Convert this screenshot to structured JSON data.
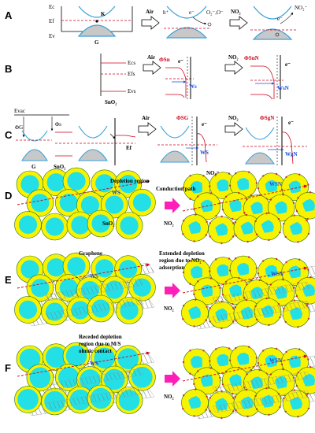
{
  "colors": {
    "grain_shell": "#f7f300",
    "grain_core": "#22e0e6",
    "grain_outline": "#2a6e1a",
    "graphene_hatch": "#777777",
    "fermi_dash": "#d0021b",
    "band_blue": "#3aa0d8",
    "arrow_fill": "#ff1fb8",
    "valence_fill": "#c8c8c8",
    "adsorbate_dot": "#c0392b"
  },
  "panel_A": {
    "letter": "A",
    "band_labels": [
      "Ec",
      "Ef",
      "Ev"
    ],
    "point_label": "K",
    "material_label": "G",
    "step1_label": "Air",
    "hole_label": "h⁺",
    "electron_label": "e⁻",
    "oxygen_label": "O₂⁻,O⁻",
    "step2_label": "NO₂",
    "electron_label2": "e⁻",
    "no2_ion_label": "NO₂⁻"
  },
  "panel_B": {
    "letter": "B",
    "band_labels": [
      "Ecs",
      "Efs",
      "Evs"
    ],
    "material_label": "SnO₂",
    "step1_label": "Air",
    "barrier1": "ΦSn",
    "electron1": "e⁻",
    "width1": "Ws",
    "step2_label": "NO₂",
    "barrier2": "ΦSnN",
    "electron2": "e⁻",
    "width2": "WsN"
  },
  "panel_C": {
    "letter": "C",
    "vac_label": "Evac",
    "phi_g": "ΦG",
    "phi_s": "Φs",
    "ef_label": "Ef",
    "material_g": "G",
    "material_s": "SnO₂",
    "step1_label": "Air",
    "barrier1": "ΦSG",
    "electron1": "e⁻",
    "width1": "WS",
    "step2_label": "NO₂",
    "barrier2": "ΦSgN",
    "electron2": "e⁻",
    "width2": "WgN"
  },
  "panel_D": {
    "letter": "D",
    "depletion_label": "Depletion region",
    "conduction_label": "Conduction path",
    "no2_ion_label": "NO₂⁻",
    "width_label": "WS",
    "width_label2": "WSN",
    "material_label": "SnO₂",
    "gas_label": "NO₂"
  },
  "panel_E": {
    "letter": "E",
    "graphene_label": "Graphene",
    "extended_label_1": "Extended depletion",
    "extended_label_2": "region due to NO₂",
    "extended_label_3": "adsorption",
    "width_label": "WS",
    "width_label2": "WSN",
    "gas_label": "NO₂"
  },
  "panel_F": {
    "letter": "F",
    "receded_label_1": "Receded depletion",
    "receded_label_2": "region due to M/S",
    "receded_label_3": "ohmic contact",
    "width_label": "WS",
    "width_label2": "WSN",
    "gas_label": "NO₂"
  }
}
